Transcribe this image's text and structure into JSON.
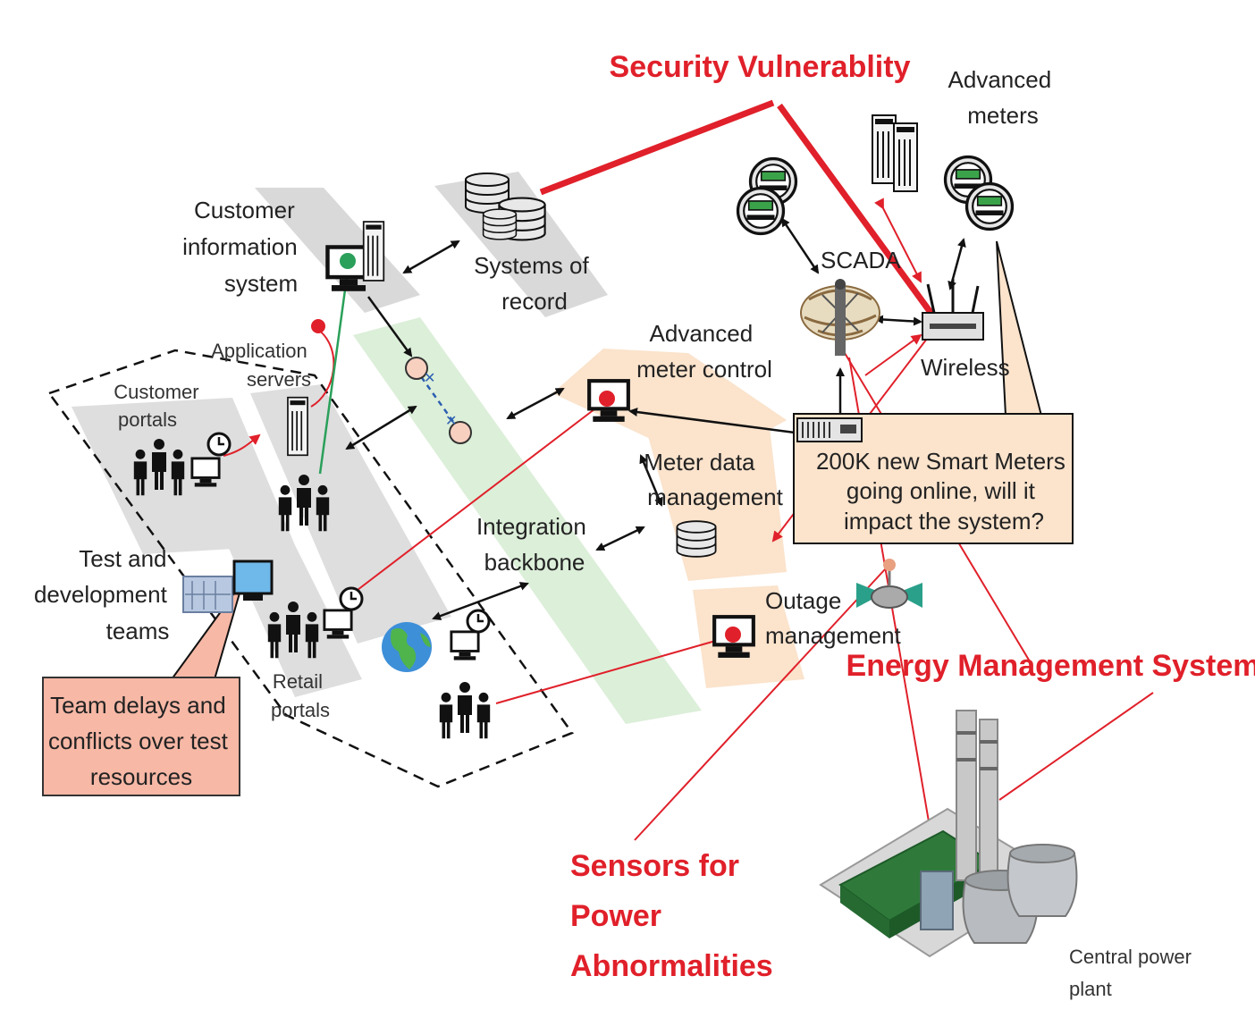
{
  "labels": {
    "customer_information_system": [
      "Customer",
      "information",
      "system"
    ],
    "systems_of_record": [
      "Systems of",
      "record"
    ],
    "application_servers": [
      "Application",
      "servers"
    ],
    "customer_portals": [
      "Customer",
      "portals"
    ],
    "test_and_development_teams": [
      "Test and",
      "development",
      "teams"
    ],
    "retail_portals": [
      "Retail",
      "portals"
    ],
    "integration_backbone": [
      "Integration",
      "backbone"
    ],
    "advanced_meter_control": [
      "Advanced",
      "meter control"
    ],
    "meter_data_management": [
      "Meter data",
      "management"
    ],
    "outage_management": [
      "Outage",
      "management"
    ],
    "advanced_meters": [
      "Advanced",
      "meters"
    ],
    "scada": "SCADA",
    "wireless": "Wireless",
    "central_power_plant": [
      "Central power",
      "plant"
    ]
  },
  "annotations": {
    "security_vulnerability": "Security Vulnerablity",
    "energy_management_system": "Energy Management System",
    "sensors": [
      "Sensors for",
      "Power",
      "Abnormalities"
    ]
  },
  "callouts": {
    "smart_meters": [
      "200K new Smart Meters",
      "going online, will it",
      "impact the system?"
    ],
    "team_delays": [
      "Team delays and",
      "conflicts over test",
      "resources"
    ]
  },
  "colors": {
    "red_annotation": "#e0202a",
    "callout_fill": "#fbe3cc",
    "callout_red_fill": "#f7b8a6",
    "grey_zone": "#d9d9d9",
    "green_zone": "#dcefd9",
    "peach_zone": "#fbe3cc"
  }
}
